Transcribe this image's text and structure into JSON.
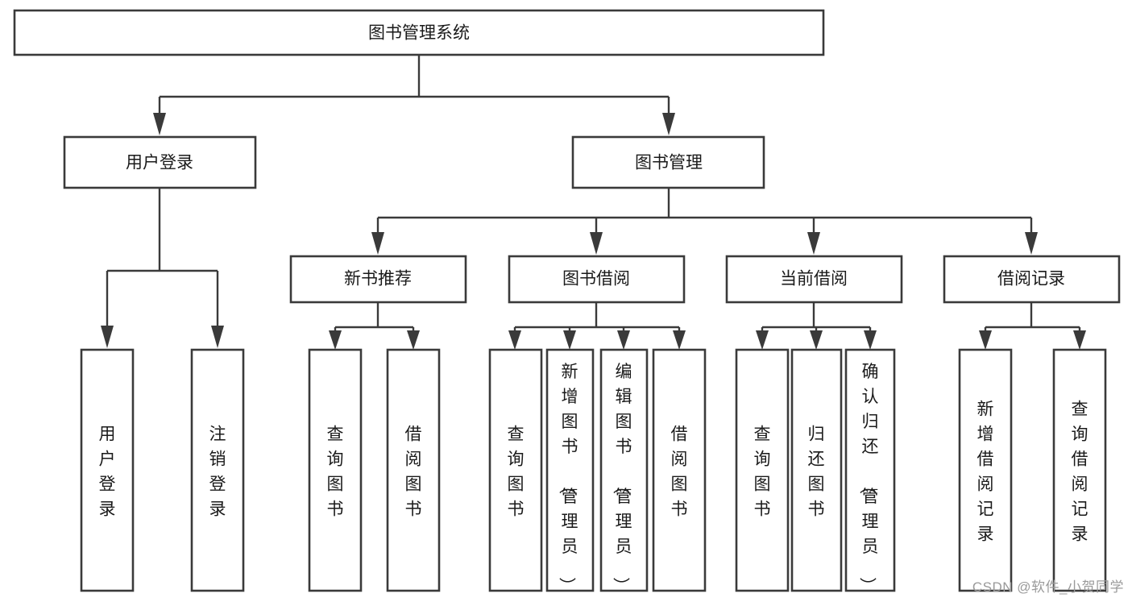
{
  "diagram": {
    "kind": "tree-hierarchy-chart",
    "watermark": "CSDN @软件_小贺同学",
    "colors": {
      "background": "#ffffff",
      "box_stroke": "#3a3a3a",
      "box_fill": "#ffffff",
      "connector": "#3a3a3a",
      "text": "#1a1a1a",
      "watermark": "#9a9a9a"
    },
    "root": {
      "id": "root",
      "label": "图书管理系统",
      "orientation": "horizontal"
    },
    "level2": [
      {
        "id": "user-login",
        "label": "用户登录",
        "orientation": "horizontal"
      },
      {
        "id": "book-management",
        "label": "图书管理",
        "orientation": "horizontal"
      }
    ],
    "level3": [
      {
        "id": "new-book-recommend",
        "label": "新书推荐",
        "orientation": "horizontal",
        "parent": "book-management"
      },
      {
        "id": "book-borrow",
        "label": "图书借阅",
        "orientation": "horizontal",
        "parent": "book-management"
      },
      {
        "id": "current-borrow",
        "label": "当前借阅",
        "orientation": "horizontal",
        "parent": "book-management"
      },
      {
        "id": "borrow-record",
        "label": "借阅记录",
        "orientation": "horizontal",
        "parent": "book-management"
      }
    ],
    "leaves": [
      {
        "id": "leaf-user-login",
        "label": "用户登录",
        "orientation": "vertical",
        "parent": "user-login"
      },
      {
        "id": "leaf-user-logout",
        "label": "注销登录",
        "orientation": "vertical",
        "parent": "user-login"
      },
      {
        "id": "leaf-query-book-1",
        "label": "查询图书",
        "orientation": "vertical",
        "parent": "new-book-recommend"
      },
      {
        "id": "leaf-borrow-book-1",
        "label": "借阅图书",
        "orientation": "vertical",
        "parent": "new-book-recommend"
      },
      {
        "id": "leaf-query-book-2",
        "label": "查询图书",
        "orientation": "vertical",
        "parent": "book-borrow"
      },
      {
        "id": "leaf-add-book",
        "label": "新增图书（管理员）",
        "orientation": "vertical",
        "parent": "book-borrow"
      },
      {
        "id": "leaf-edit-book",
        "label": "编辑图书（管理员）",
        "orientation": "vertical",
        "parent": "book-borrow"
      },
      {
        "id": "leaf-borrow-book-2",
        "label": "借阅图书",
        "orientation": "vertical",
        "parent": "book-borrow"
      },
      {
        "id": "leaf-query-book-3",
        "label": "查询图书",
        "orientation": "vertical",
        "parent": "current-borrow"
      },
      {
        "id": "leaf-return-book",
        "label": "归还图书",
        "orientation": "vertical",
        "parent": "current-borrow"
      },
      {
        "id": "leaf-confirm-return",
        "label": "确认归还（管理员）",
        "orientation": "vertical",
        "parent": "current-borrow"
      },
      {
        "id": "leaf-add-record",
        "label": "新增借阅记录",
        "orientation": "vertical",
        "parent": "borrow-record"
      },
      {
        "id": "leaf-query-record",
        "label": "查询借阅记录",
        "orientation": "vertical",
        "parent": "borrow-record"
      }
    ]
  }
}
